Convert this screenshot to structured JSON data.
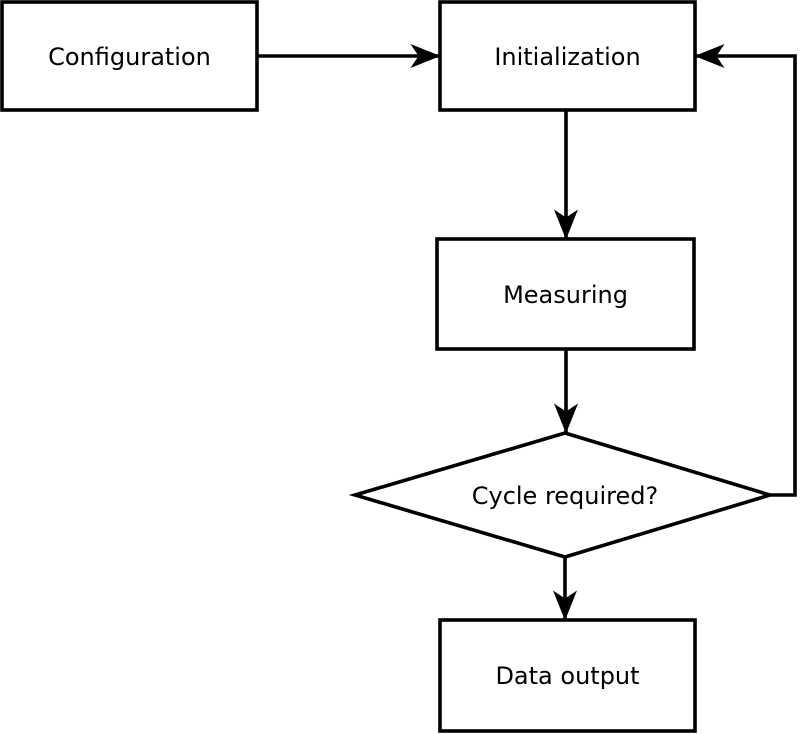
{
  "diagram": {
    "kind": "flowchart",
    "colors": {
      "background": "#ffffff",
      "node_fill": "#ffffff",
      "stroke": "#000000",
      "text": "#000000"
    },
    "nodes": [
      {
        "id": "configuration",
        "shape": "rectangle",
        "label": "Configuration"
      },
      {
        "id": "initialization",
        "shape": "rectangle",
        "label": "Initialization"
      },
      {
        "id": "measuring",
        "shape": "rectangle",
        "label": "Measuring"
      },
      {
        "id": "cycle-required",
        "shape": "diamond",
        "label": "Cycle required?"
      },
      {
        "id": "data-output",
        "shape": "rectangle",
        "label": "Data output"
      }
    ],
    "edges": [
      {
        "from": "configuration",
        "to": "initialization",
        "type": "arrow",
        "route": "horizontal"
      },
      {
        "from": "initialization",
        "to": "measuring",
        "type": "arrow",
        "route": "vertical"
      },
      {
        "from": "measuring",
        "to": "cycle-required",
        "type": "arrow",
        "route": "vertical"
      },
      {
        "from": "cycle-required",
        "to": "data-output",
        "type": "arrow",
        "route": "vertical"
      },
      {
        "from": "cycle-required",
        "to": "initialization",
        "type": "arrow",
        "route": "right-side-feedback-loop"
      }
    ]
  }
}
